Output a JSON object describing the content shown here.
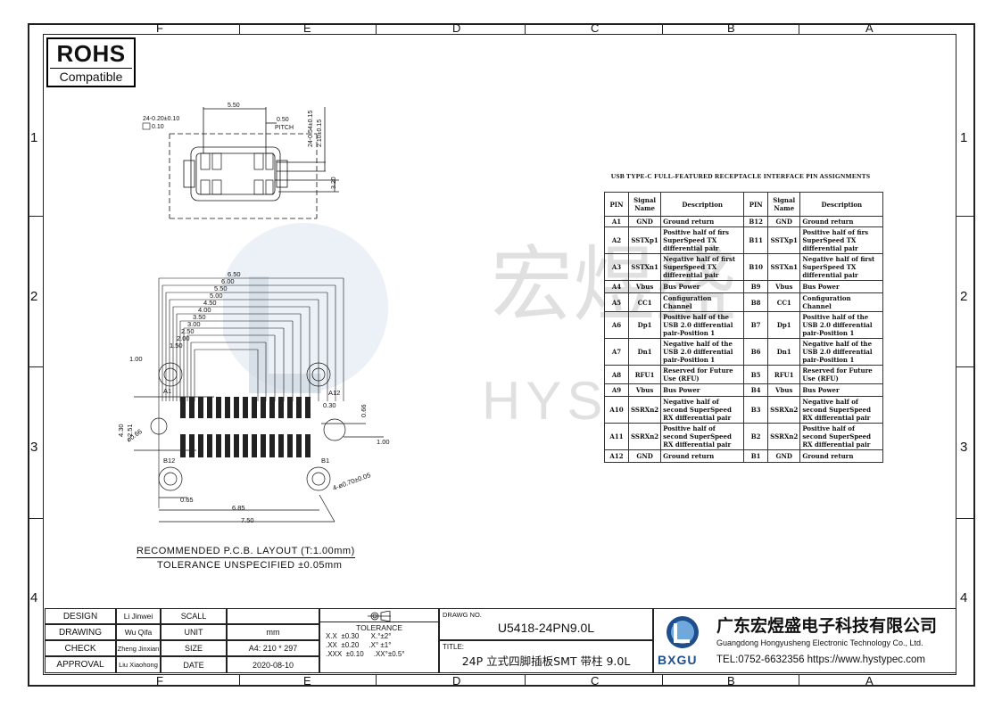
{
  "zones": {
    "columns": [
      "F",
      "E",
      "D",
      "C",
      "B",
      "A"
    ],
    "rows": [
      "1",
      "2",
      "3",
      "4"
    ]
  },
  "rohs": {
    "title": "ROHS",
    "subtitle": "Compatible"
  },
  "watermark": {
    "cn": "宏煜盛",
    "en": "HYS"
  },
  "top_view": {
    "dims": [
      "24-0.20±0.10",
      "0.10",
      "5.50",
      "0.50",
      "PITCH",
      "24-0.54±0.15",
      "2.10±0.15",
      "3.20"
    ]
  },
  "pcb_layout": {
    "dims_top": [
      "6.50",
      "6.00",
      "5.50",
      "5.00",
      "4.50",
      "4.00",
      "3.50",
      "3.00",
      "2.50",
      "2.00",
      "1.50"
    ],
    "dims_other": [
      "1.00",
      "0.30",
      "0.66",
      "1.00",
      "4.30",
      "2.51",
      "ø0.66",
      "0.65",
      "6.85",
      "7.50",
      "4-ø0.70±0.05"
    ],
    "pin_labels": [
      "A1",
      "A12",
      "B12",
      "B1"
    ],
    "note_line1": "RECOMMENDED   P.C.B. LAYOUT (T:1.00mm)",
    "note_line2": "TOLERANCE  UNSPECIFIED  ±0.05mm"
  },
  "pin_table": {
    "title": "USB TYPE-C FULL-FEATURED RECEPTACLE INTERFACE PIN ASSIGNMENTS",
    "headers": [
      "PIN",
      "Signal Name",
      "Description",
      "PIN",
      "Signal Name",
      "Description"
    ],
    "rows": [
      [
        "A1",
        "GND",
        "Ground return",
        "B12",
        "GND",
        "Ground return"
      ],
      [
        "A2",
        "SSTXp1",
        "Positive half of firs SuperSpeed TX differential pair",
        "B11",
        "SSTXp1",
        "Positive half of firs SuperSpeed TX differential pair"
      ],
      [
        "A3",
        "SSTXn1",
        "Negative half of first SuperSpeed TX differential pair",
        "B10",
        "SSTXn1",
        "Negative half of first SuperSpeed TX differential pair"
      ],
      [
        "A4",
        "Vbus",
        "Bus Power",
        "B9",
        "Vbus",
        "Bus Power"
      ],
      [
        "A5",
        "CC1",
        "Configuration Channel",
        "B8",
        "CC1",
        "Configuration Channel"
      ],
      [
        "A6",
        "Dp1",
        "Positive half of the USB 2.0 differential pair-Position 1",
        "B7",
        "Dp1",
        "Positive half of the USB 2.0 differential pair-Position 1"
      ],
      [
        "A7",
        "Dn1",
        "Negative half of the USB 2.0 differential pair-Position 1",
        "B6",
        "Dn1",
        "Negative half of the USB 2.0 differential pair-Position 1"
      ],
      [
        "A8",
        "RFU1",
        "Reserved for Future Use (RFU)",
        "B5",
        "RFU1",
        "Reserved for Future Use (RFU)"
      ],
      [
        "A9",
        "Vbus",
        "Bus Power",
        "B4",
        "Vbus",
        "Bus Power"
      ],
      [
        "A10",
        "SSRXn2",
        "Negative half of second SuperSpeed RX differential pair",
        "B3",
        "SSRXn2",
        "Negative half of second SuperSpeed RX differential pair"
      ],
      [
        "A11",
        "SSRXn2",
        "Positive half of second SuperSpeed RX differential pair",
        "B2",
        "SSRXn2",
        "Positive half of second SuperSpeed RX differential pair"
      ],
      [
        "A12",
        "GND",
        "Ground return",
        "B1",
        "GND",
        "Ground return"
      ]
    ]
  },
  "title_block": {
    "labels": [
      "DESIGN",
      "DRAWING",
      "CHECK",
      "APPROVAL"
    ],
    "names": [
      "Li Jinwei",
      "Wu Qifa",
      "Zheng Jinxian",
      "Liu Xiaohong"
    ],
    "fields": [
      "SCALL",
      "UNIT",
      "SIZE",
      "DATE"
    ],
    "values": [
      "",
      "mm",
      "A4: 210 * 297",
      "2020-08-10"
    ],
    "tolerance_title": "TOLERANCE",
    "tolerance_lines": [
      "X.X  ±0.30      X.°±2°",
      ".XX  ±0.20     .X° ±1°",
      ".XXX  ±0.10     .XX°±0.5°"
    ],
    "drawing_no_label": "DRAWG NO.",
    "drawing_no": "U5418-24PN9.0L",
    "title_label": "TITLE:",
    "title": "24P 立式四脚插板SMT 带柱 9.0L",
    "company_cn": "广东宏煜盛电子科技有限公司",
    "company_en": "Guangdong Hongyusheng Electronic Technology Co., Ltd.",
    "logo_text": "BXGU",
    "contact": "TEL:0752-6632356  https://www.hystypec.com"
  }
}
